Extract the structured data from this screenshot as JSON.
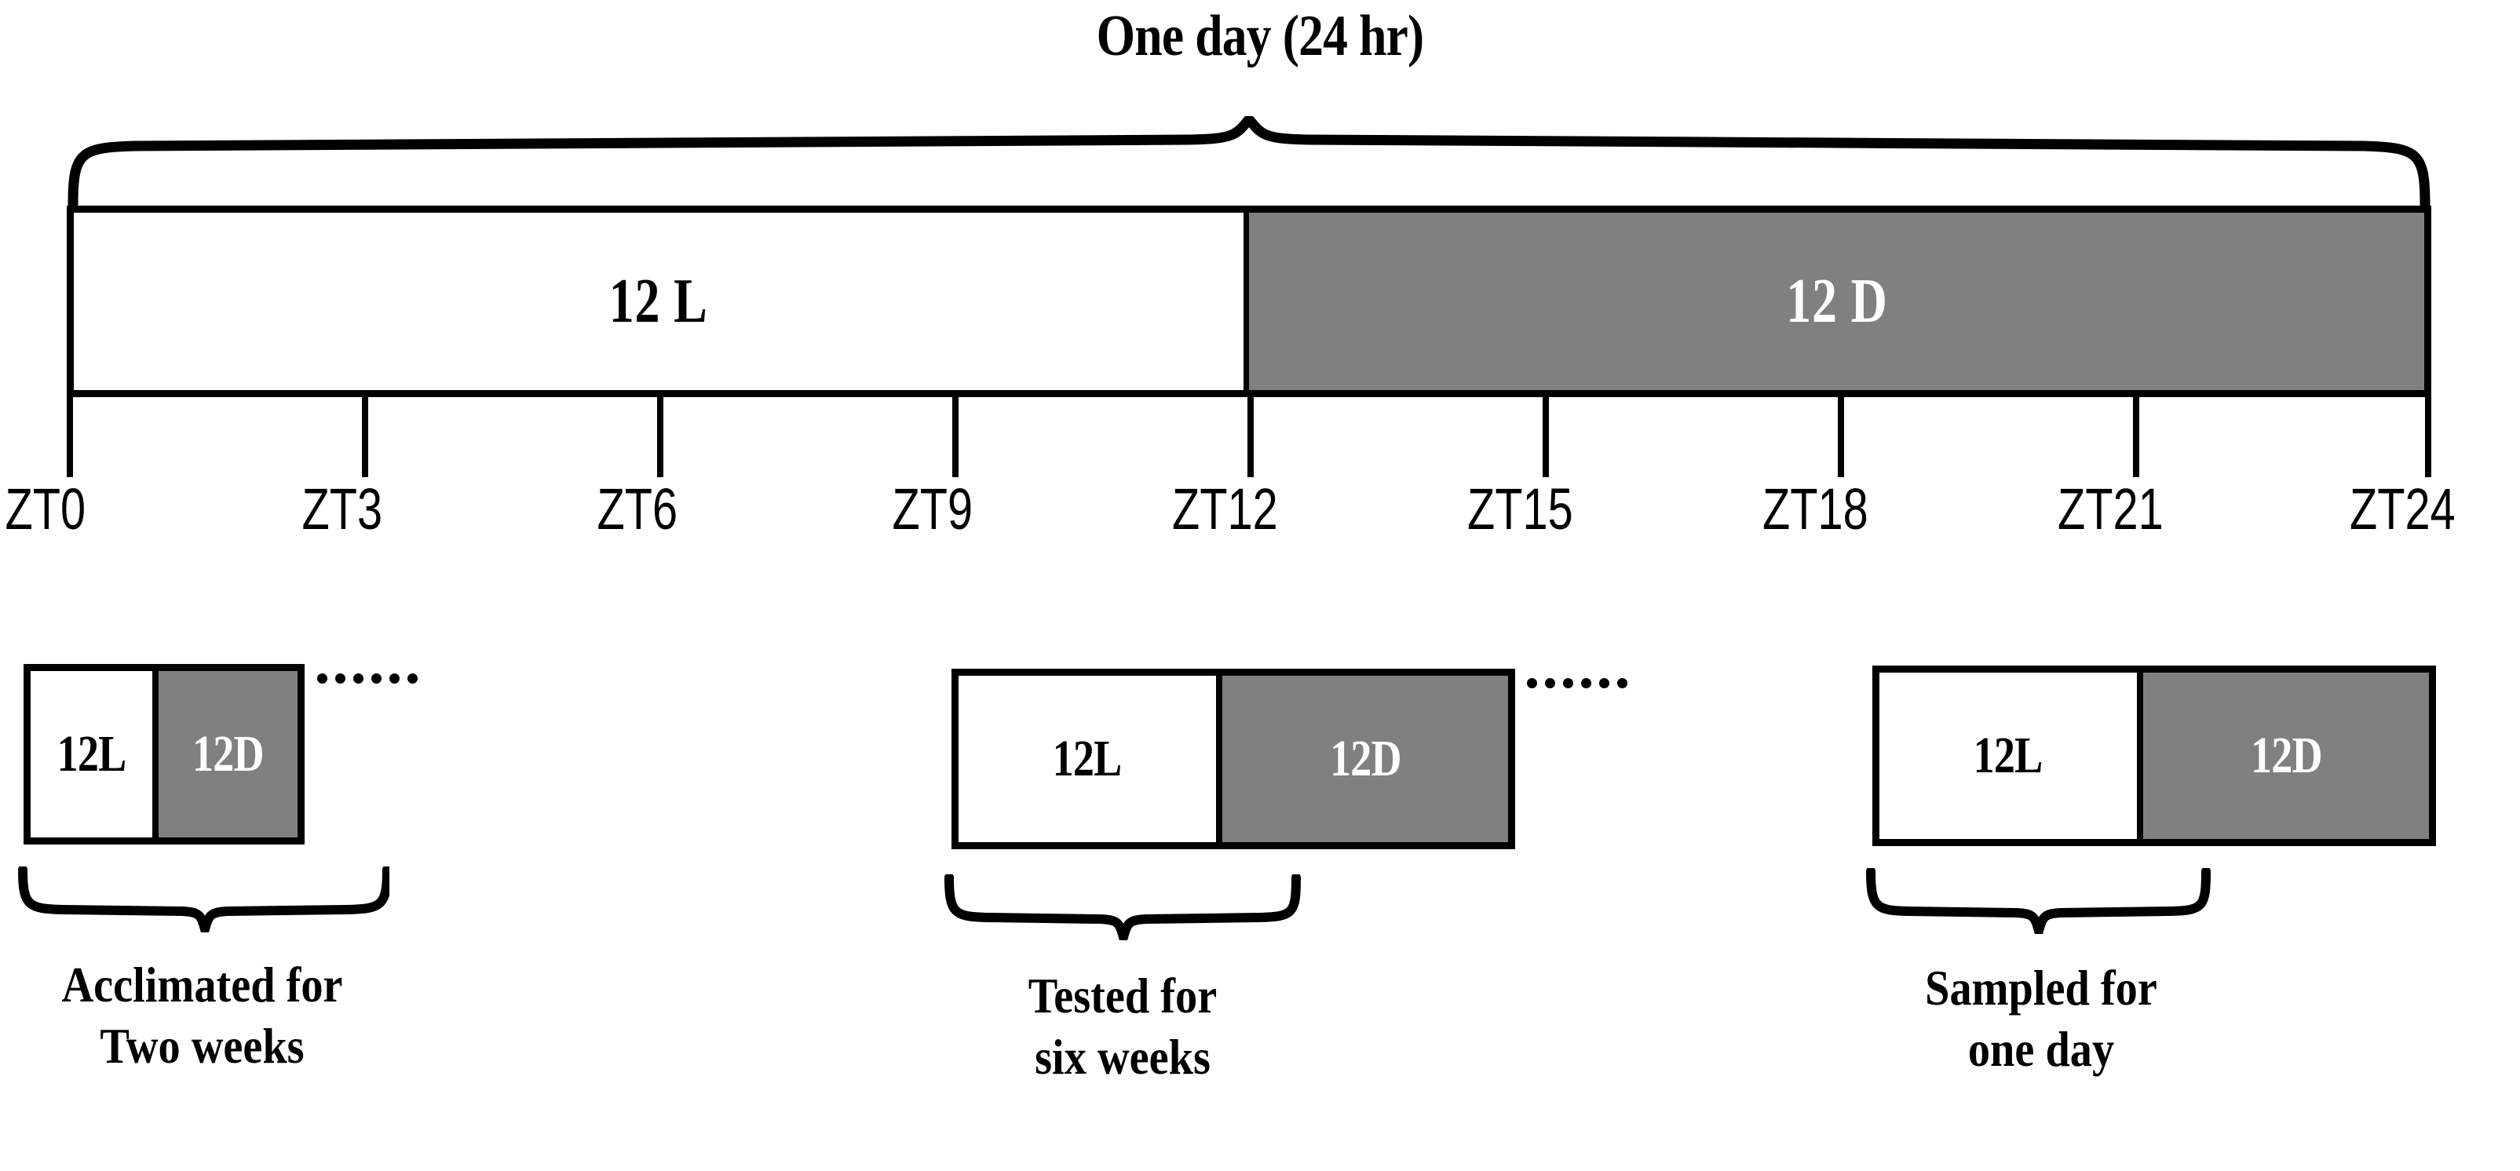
{
  "figure": {
    "title": "One day (24 hr)",
    "colors": {
      "light_phase": "#ffffff",
      "dark_phase": "#808080",
      "stroke": "#000000",
      "light_text": "#000000",
      "dark_text": "#ffffff"
    }
  },
  "chart_data": {
    "type": "timeline",
    "title": "One day (24 hr)",
    "xlabel": "",
    "ylabel": "",
    "xlim": [
      0,
      24
    ],
    "grid": false,
    "legend": "none",
    "tick_labels": [
      "ZT0",
      "ZT3",
      "ZT6",
      "ZT9",
      "ZT12",
      "ZT15",
      "ZT18",
      "ZT21",
      "ZT24"
    ],
    "tick_values": [
      0,
      3,
      6,
      9,
      12,
      15,
      18,
      21,
      24
    ],
    "phases": [
      {
        "name": "12 L",
        "start": 0,
        "end": 12,
        "duration_hr": 12,
        "color": "#ffffff",
        "text_color": "#000000"
      },
      {
        "name": "12 D",
        "start": 12,
        "end": 24,
        "duration_hr": 12,
        "color": "#808080",
        "text_color": "#ffffff"
      }
    ],
    "stages": [
      {
        "light_label": "12L",
        "dark_label": "12D",
        "caption_line1": "Acclimated for",
        "caption_line2": "Two weeks",
        "repeats": true
      },
      {
        "light_label": "12L",
        "dark_label": "12D",
        "caption_line1": "Tested for",
        "caption_line2": "six weeks",
        "repeats": true
      },
      {
        "light_label": "12L",
        "dark_label": "12D",
        "caption_line1": "Sampled for",
        "caption_line2": "one day",
        "repeats": false
      }
    ]
  },
  "main_bar": {
    "light": {
      "label": "12 L"
    },
    "dark": {
      "label": "12 D"
    }
  },
  "axis": {
    "ticks": [
      {
        "label": "ZT0"
      },
      {
        "label": "ZT3"
      },
      {
        "label": "ZT6"
      },
      {
        "label": "ZT9"
      },
      {
        "label": "ZT12"
      },
      {
        "label": "ZT15"
      },
      {
        "label": "ZT18"
      },
      {
        "label": "ZT21"
      },
      {
        "label": "ZT24"
      }
    ]
  },
  "panels": [
    {
      "light_label": "12L",
      "dark_label": "12D",
      "caption_line1": "Acclimated for",
      "caption_line2": "Two weeks"
    },
    {
      "light_label": "12L",
      "dark_label": "12D",
      "caption_line1": "Tested for",
      "caption_line2": "six weeks"
    },
    {
      "light_label": "12L",
      "dark_label": "12D",
      "caption_line1": "Sampled for",
      "caption_line2": "one day"
    }
  ]
}
